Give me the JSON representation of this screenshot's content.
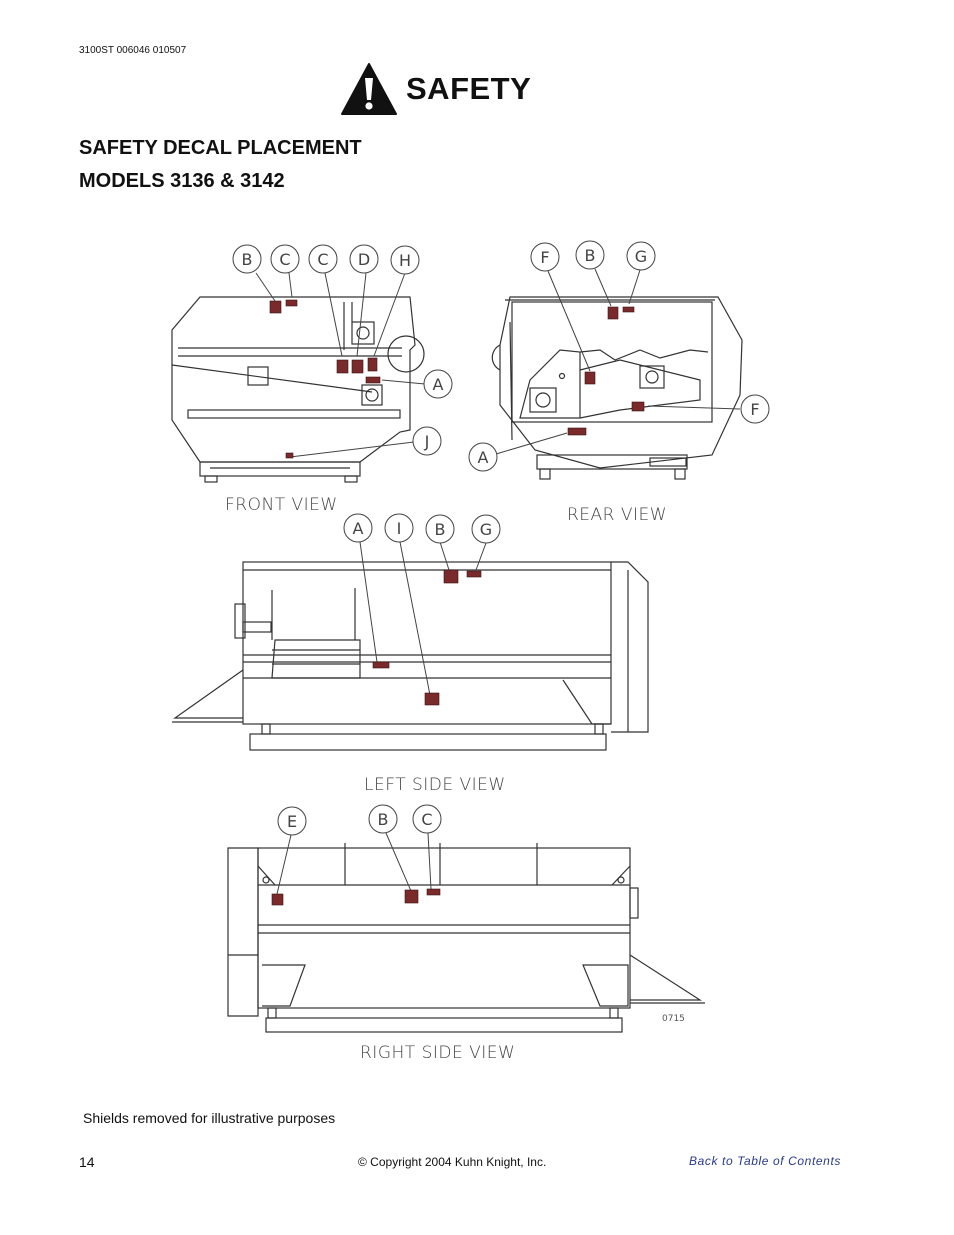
{
  "header": {
    "doc_id": "3100ST 006046 010507",
    "title": "SAFETY"
  },
  "headings": {
    "line1": "SAFETY DECAL PLACEMENT",
    "line2": "MODELS 3136 & 3142"
  },
  "views": {
    "front": "FRONT VIEW",
    "rear": "REAR VIEW",
    "left": "LEFT SIDE VIEW",
    "right": "RIGHT SIDE VIEW"
  },
  "callouts": {
    "front": [
      "B",
      "C",
      "C",
      "D",
      "H",
      "A",
      "J"
    ],
    "rear": [
      "F",
      "B",
      "G",
      "F",
      "A"
    ],
    "left": [
      "A",
      "I",
      "B",
      "G"
    ],
    "right": [
      "E",
      "B",
      "C"
    ]
  },
  "drawing_code": "0715",
  "footer": {
    "note": "Shields removed for illustrative purposes",
    "page_number": "14",
    "copyright": "© Copyright 2004 Kuhn Knight, Inc.",
    "toc_link": "Back to Table of Contents"
  },
  "colors": {
    "decal": "#7a2a2a",
    "line": "#333333",
    "link": "#2a3a8c"
  }
}
